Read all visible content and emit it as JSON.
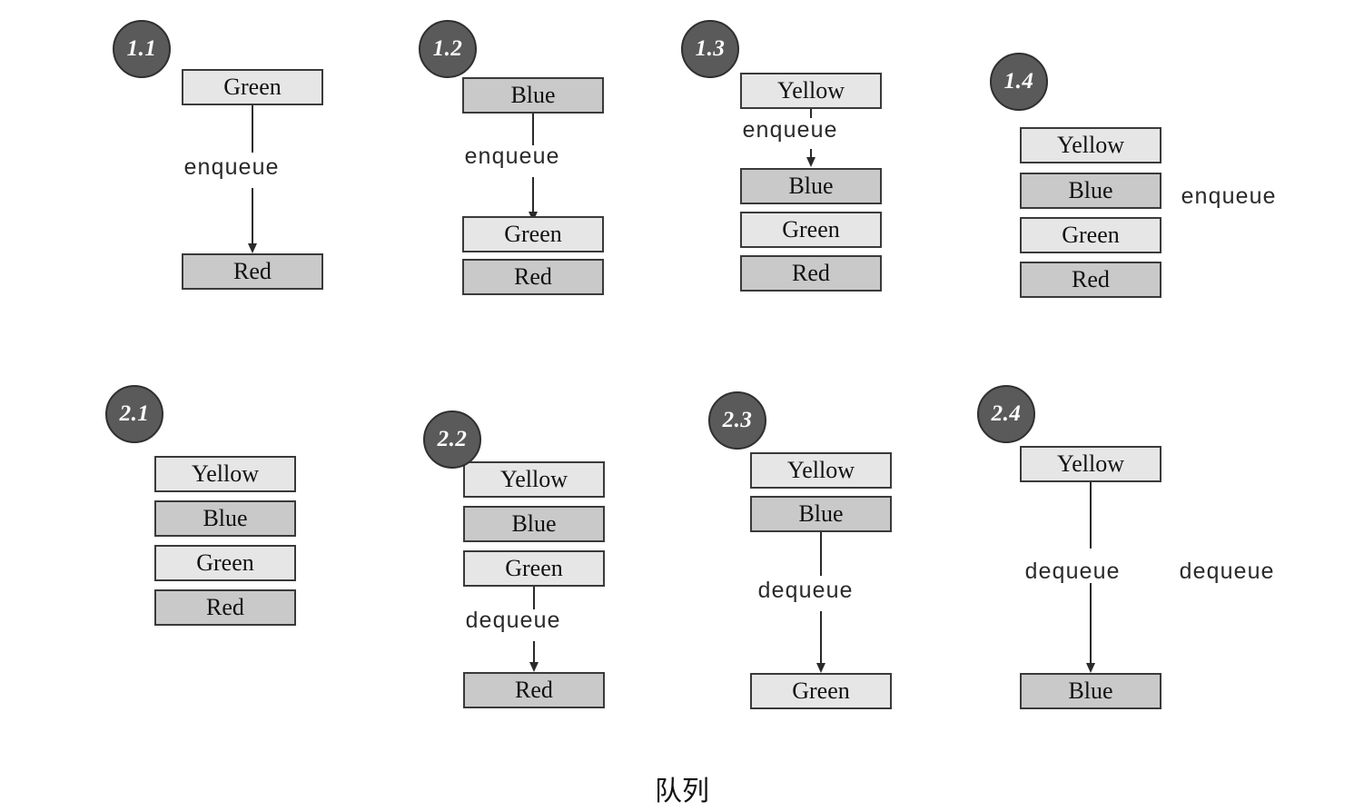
{
  "caption": "队列",
  "colors": {
    "background": "#ffffff",
    "box_light": "#e6e6e6",
    "box_dark": "#c9c9c9",
    "box_border": "#3a3a3a",
    "badge_fill": "#5a5a5a",
    "badge_border": "#2f2f2f",
    "badge_text": "#ffffff",
    "arrow": "#2a2a2a",
    "text": "#111111"
  },
  "labels": {
    "enqueue": "enqueue",
    "dequeue": "dequeue"
  },
  "panels": [
    {
      "id": "1.1",
      "badge": "1.1",
      "operation": "enqueue",
      "top_items": [
        {
          "label": "Green",
          "shade": "light"
        }
      ],
      "bottom_items": [
        {
          "label": "Red",
          "shade": "dark"
        }
      ],
      "op_labels": [
        "enqueue"
      ]
    },
    {
      "id": "1.2",
      "badge": "1.2",
      "operation": "enqueue",
      "top_items": [
        {
          "label": "Blue",
          "shade": "dark"
        }
      ],
      "bottom_items": [
        {
          "label": "Green",
          "shade": "light"
        },
        {
          "label": "Red",
          "shade": "dark"
        }
      ],
      "op_labels": [
        "enqueue"
      ]
    },
    {
      "id": "1.3",
      "badge": "1.3",
      "operation": "enqueue",
      "top_items": [
        {
          "label": "Yellow",
          "shade": "light"
        }
      ],
      "bottom_items": [
        {
          "label": "Blue",
          "shade": "dark"
        },
        {
          "label": "Green",
          "shade": "light"
        },
        {
          "label": "Red",
          "shade": "dark"
        }
      ],
      "op_labels": [
        "enqueue"
      ]
    },
    {
      "id": "1.4",
      "badge": "1.4",
      "operation": "enqueue",
      "top_items": [],
      "bottom_items": [
        {
          "label": "Yellow",
          "shade": "light"
        },
        {
          "label": "Blue",
          "shade": "dark"
        },
        {
          "label": "Green",
          "shade": "light"
        },
        {
          "label": "Red",
          "shade": "dark"
        }
      ],
      "op_labels": [
        "enqueue"
      ]
    },
    {
      "id": "2.1",
      "badge": "2.1",
      "operation": "dequeue",
      "top_items": [],
      "bottom_items": [
        {
          "label": "Yellow",
          "shade": "light"
        },
        {
          "label": "Blue",
          "shade": "dark"
        },
        {
          "label": "Green",
          "shade": "light"
        },
        {
          "label": "Red",
          "shade": "dark"
        }
      ],
      "op_labels": []
    },
    {
      "id": "2.2",
      "badge": "2.2",
      "operation": "dequeue",
      "top_items": [
        {
          "label": "Yellow",
          "shade": "light"
        },
        {
          "label": "Blue",
          "shade": "dark"
        },
        {
          "label": "Green",
          "shade": "light"
        }
      ],
      "bottom_items": [
        {
          "label": "Red",
          "shade": "dark"
        }
      ],
      "op_labels": [
        "dequeue"
      ]
    },
    {
      "id": "2.3",
      "badge": "2.3",
      "operation": "dequeue",
      "top_items": [
        {
          "label": "Yellow",
          "shade": "light"
        },
        {
          "label": "Blue",
          "shade": "dark"
        }
      ],
      "bottom_items": [
        {
          "label": "Green",
          "shade": "light"
        }
      ],
      "op_labels": [
        "dequeue"
      ]
    },
    {
      "id": "2.4",
      "badge": "2.4",
      "operation": "dequeue",
      "top_items": [
        {
          "label": "Yellow",
          "shade": "light"
        }
      ],
      "bottom_items": [
        {
          "label": "Blue",
          "shade": "dark"
        }
      ],
      "op_labels": [
        "dequeue",
        "dequeue"
      ]
    }
  ]
}
